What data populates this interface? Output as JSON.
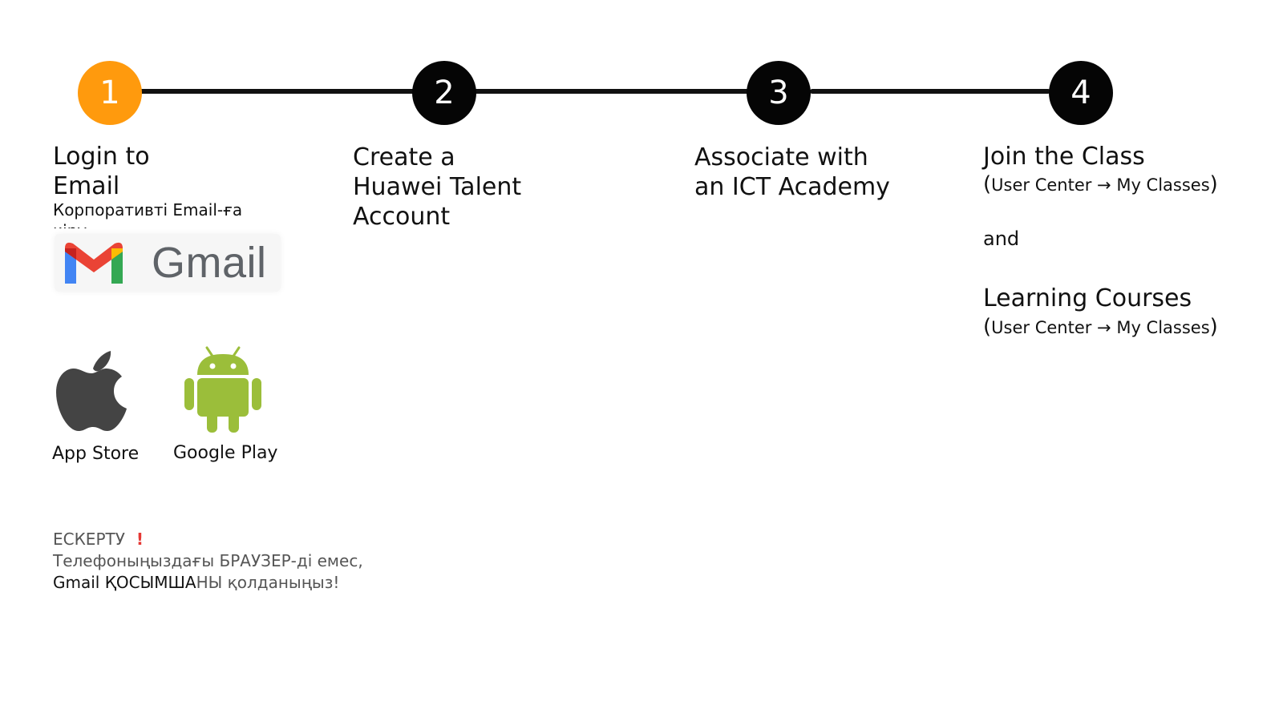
{
  "steps": [
    {
      "number": "1",
      "title_lines": [
        "Login to",
        "Email"
      ],
      "subtitle": "Корпоративті Email-ға кіру"
    },
    {
      "number": "2",
      "title_lines": [
        "Create a",
        "Huawei Talent",
        "Account"
      ]
    },
    {
      "number": "3",
      "title_lines": [
        "Associate with",
        "an ICT Academy"
      ]
    },
    {
      "number": "4",
      "title": "Join the Class",
      "path": "User Center → My Classes",
      "and": "and",
      "title2": "Learning Courses",
      "path2": "User Center → My Classes"
    }
  ],
  "gmail": {
    "word": "Gmail"
  },
  "stores": {
    "apple": "App Store",
    "google": "Google Play"
  },
  "note": {
    "heading": "ЕСКЕРТУ",
    "mark": "!",
    "line1": "Телефоныңыздағы БРАУЗЕР-ді емес,",
    "line2_strong": "Gmail ҚОСЫМША",
    "line2_rest": "НЫ қолданыңыз!"
  },
  "colors": {
    "active_step": "#FF9A0D",
    "step": "#050505",
    "line": "#111111"
  },
  "icons": [
    "gmail-logo-icon",
    "apple-icon",
    "android-icon"
  ]
}
